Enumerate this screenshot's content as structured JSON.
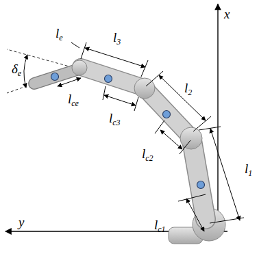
{
  "diagram": {
    "labels": [
      "x",
      "y",
      "l1",
      "lc1",
      "l2",
      "lc2",
      "l3",
      "lc3",
      "le",
      "lce",
      "δe"
    ]
  }
}
